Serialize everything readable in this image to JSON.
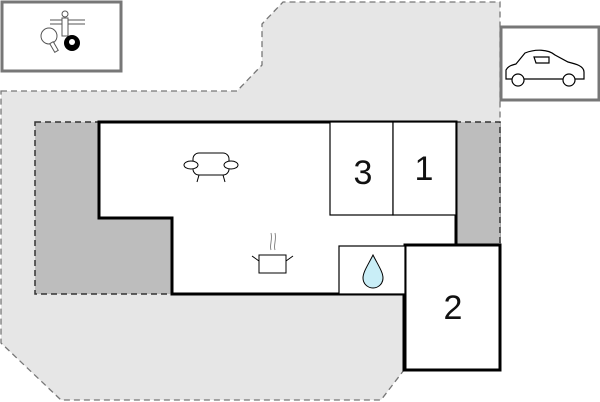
{
  "floorplan": {
    "rooms": [
      {
        "label": "3",
        "type": "bedroom"
      },
      {
        "label": "1",
        "type": "bedroom"
      },
      {
        "label": "2",
        "type": "bedroom"
      }
    ],
    "icons": {
      "living": "sofa-icon",
      "kitchen": "cooking-pot-icon",
      "bathroom": "water-drop-icon",
      "parking": "car-icon",
      "activities": "table-tennis-foosball-billiards-icon"
    },
    "colors": {
      "plot": "#e6e6e6",
      "terrace": "#bdbdbd",
      "walls": "#000000",
      "outbuilding_border": "#777777",
      "water": "#c9eef7"
    }
  }
}
